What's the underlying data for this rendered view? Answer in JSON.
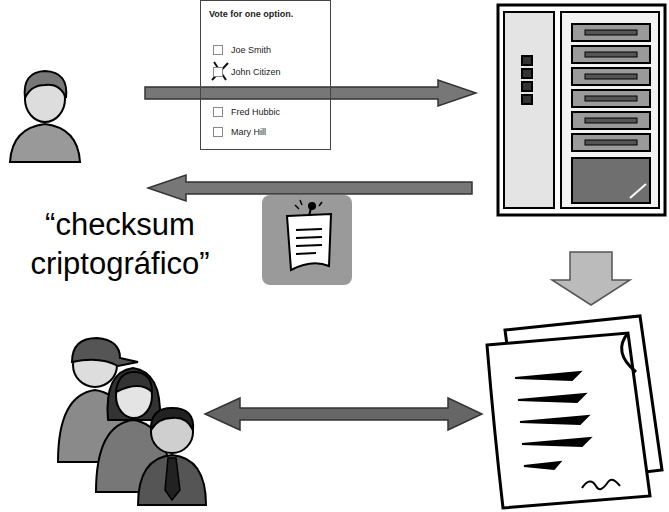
{
  "diagram": {
    "nodes": [
      {
        "text": [
          "Vote for one option.",
          "Joe Smith",
          "John Citizen",
          "Fred Hubbic",
          "Mary Hill"
        ]
      }
    ],
    "labels": [
      "“checksum criptográfico”"
    ]
  }
}
